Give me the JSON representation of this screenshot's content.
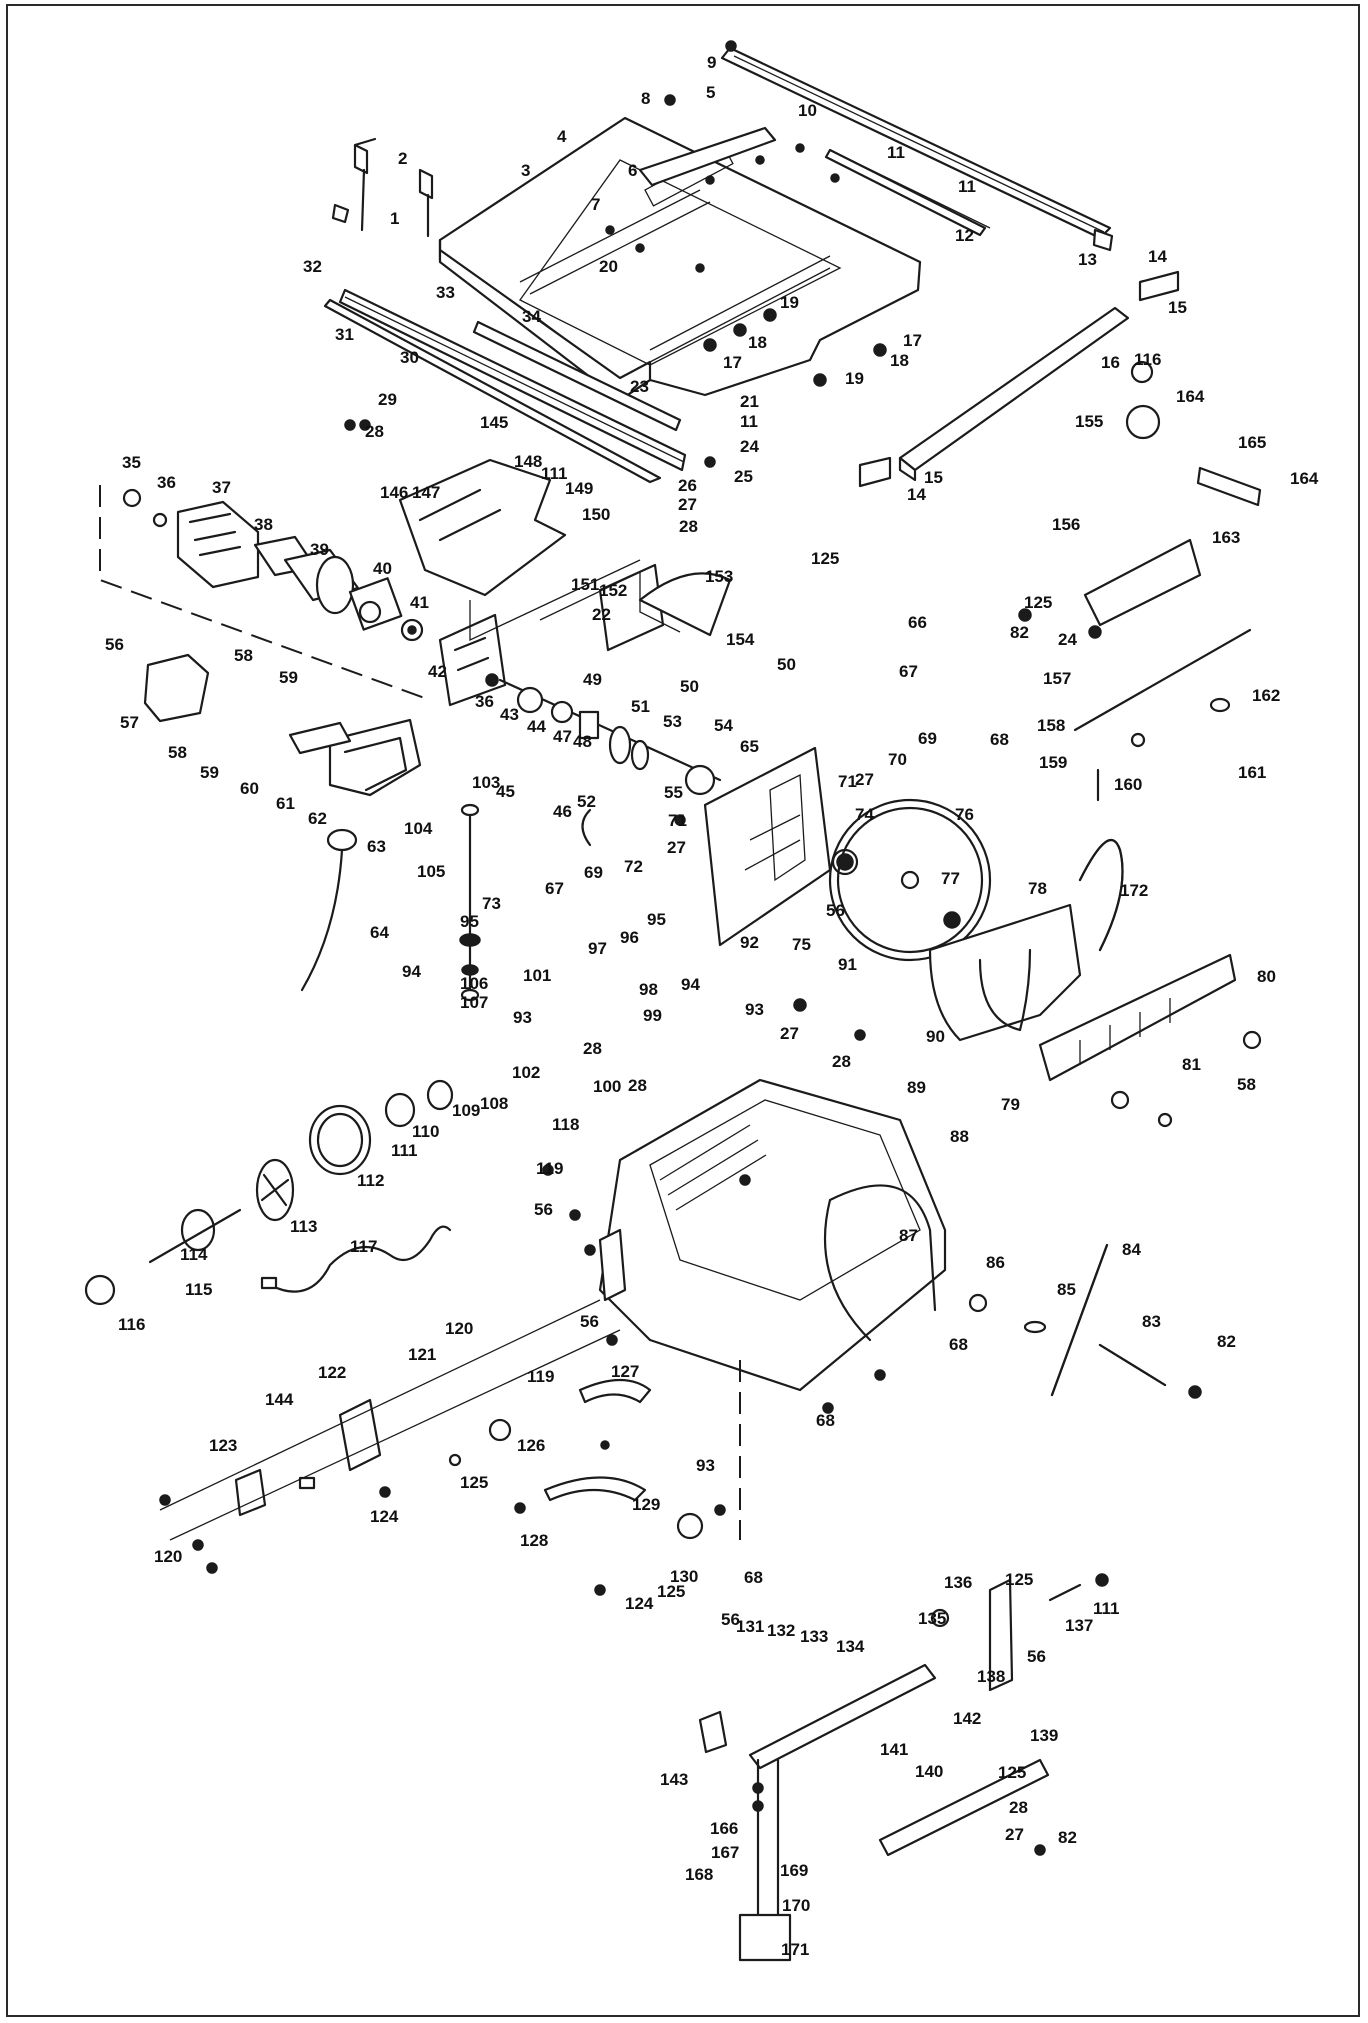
{
  "callouts": [
    {
      "id": "c-1",
      "text": "1"
    },
    {
      "id": "c-2",
      "text": "2"
    },
    {
      "id": "c-3",
      "text": "3"
    },
    {
      "id": "c-4",
      "text": "4"
    },
    {
      "id": "c-5",
      "text": "5"
    },
    {
      "id": "c-6",
      "text": "6"
    },
    {
      "id": "c-7",
      "text": "7"
    },
    {
      "id": "c-8",
      "text": "8"
    },
    {
      "id": "c-9",
      "text": "9"
    },
    {
      "id": "c-10",
      "text": "10"
    },
    {
      "id": "c-11a",
      "text": "11"
    },
    {
      "id": "c-11b",
      "text": "11"
    },
    {
      "id": "c-11c",
      "text": "11"
    },
    {
      "id": "c-12",
      "text": "12"
    },
    {
      "id": "c-13",
      "text": "13"
    },
    {
      "id": "c-14a",
      "text": "14"
    },
    {
      "id": "c-14b",
      "text": "14"
    },
    {
      "id": "c-15a",
      "text": "15"
    },
    {
      "id": "c-15b",
      "text": "15"
    },
    {
      "id": "c-16",
      "text": "16"
    },
    {
      "id": "c-17a",
      "text": "17"
    },
    {
      "id": "c-17b",
      "text": "17"
    },
    {
      "id": "c-18a",
      "text": "18"
    },
    {
      "id": "c-18b",
      "text": "18"
    },
    {
      "id": "c-19a",
      "text": "19"
    },
    {
      "id": "c-19b",
      "text": "19"
    },
    {
      "id": "c-20",
      "text": "20"
    },
    {
      "id": "c-21",
      "text": "21"
    },
    {
      "id": "c-22",
      "text": "22"
    },
    {
      "id": "c-23",
      "text": "23"
    },
    {
      "id": "c-24a",
      "text": "24"
    },
    {
      "id": "c-24b",
      "text": "24"
    },
    {
      "id": "c-25",
      "text": "25"
    },
    {
      "id": "c-26",
      "text": "26"
    },
    {
      "id": "c-27a",
      "text": "27"
    },
    {
      "id": "c-27b",
      "text": "27"
    },
    {
      "id": "c-27c",
      "text": "27"
    },
    {
      "id": "c-27d",
      "text": "27"
    },
    {
      "id": "c-27e",
      "text": "27"
    },
    {
      "id": "c-28a",
      "text": "28"
    },
    {
      "id": "c-28b",
      "text": "28"
    },
    {
      "id": "c-28c",
      "text": "28"
    },
    {
      "id": "c-28d",
      "text": "28"
    },
    {
      "id": "c-28e",
      "text": "28"
    },
    {
      "id": "c-28f",
      "text": "28"
    },
    {
      "id": "c-29",
      "text": "29"
    },
    {
      "id": "c-30",
      "text": "30"
    },
    {
      "id": "c-31",
      "text": "31"
    },
    {
      "id": "c-32",
      "text": "32"
    },
    {
      "id": "c-33",
      "text": "33"
    },
    {
      "id": "c-34",
      "text": "34"
    },
    {
      "id": "c-35",
      "text": "35"
    },
    {
      "id": "c-36a",
      "text": "36"
    },
    {
      "id": "c-36b",
      "text": "36"
    },
    {
      "id": "c-37",
      "text": "37"
    },
    {
      "id": "c-38",
      "text": "38"
    },
    {
      "id": "c-39",
      "text": "39"
    },
    {
      "id": "c-40",
      "text": "40"
    },
    {
      "id": "c-41",
      "text": "41"
    },
    {
      "id": "c-42",
      "text": "42"
    },
    {
      "id": "c-43",
      "text": "43"
    },
    {
      "id": "c-44",
      "text": "44"
    },
    {
      "id": "c-45",
      "text": "45"
    },
    {
      "id": "c-46",
      "text": "46"
    },
    {
      "id": "c-47",
      "text": "47"
    },
    {
      "id": "c-48",
      "text": "48"
    },
    {
      "id": "c-49",
      "text": "49"
    },
    {
      "id": "c-50a",
      "text": "50"
    },
    {
      "id": "c-50b",
      "text": "50"
    },
    {
      "id": "c-51",
      "text": "51"
    },
    {
      "id": "c-52",
      "text": "52"
    },
    {
      "id": "c-53",
      "text": "53"
    },
    {
      "id": "c-54",
      "text": "54"
    },
    {
      "id": "c-55",
      "text": "55"
    },
    {
      "id": "c-56a",
      "text": "56"
    },
    {
      "id": "c-56b",
      "text": "56"
    },
    {
      "id": "c-56c",
      "text": "56"
    },
    {
      "id": "c-56d",
      "text": "56"
    },
    {
      "id": "c-56e",
      "text": "56"
    },
    {
      "id": "c-56f",
      "text": "56"
    },
    {
      "id": "c-57",
      "text": "57"
    },
    {
      "id": "c-58a",
      "text": "58"
    },
    {
      "id": "c-58b",
      "text": "58"
    },
    {
      "id": "c-58c",
      "text": "58"
    },
    {
      "id": "c-59a",
      "text": "59"
    },
    {
      "id": "c-59b",
      "text": "59"
    },
    {
      "id": "c-60",
      "text": "60"
    },
    {
      "id": "c-61",
      "text": "61"
    },
    {
      "id": "c-62",
      "text": "62"
    },
    {
      "id": "c-63",
      "text": "63"
    },
    {
      "id": "c-64",
      "text": "64"
    },
    {
      "id": "c-65",
      "text": "65"
    },
    {
      "id": "c-66",
      "text": "66"
    },
    {
      "id": "c-67a",
      "text": "67"
    },
    {
      "id": "c-67b",
      "text": "67"
    },
    {
      "id": "c-68a",
      "text": "68"
    },
    {
      "id": "c-68b",
      "text": "68"
    },
    {
      "id": "c-68c",
      "text": "68"
    },
    {
      "id": "c-68d",
      "text": "68"
    },
    {
      "id": "c-69a",
      "text": "69"
    },
    {
      "id": "c-69b",
      "text": "69"
    },
    {
      "id": "c-70",
      "text": "70"
    },
    {
      "id": "c-71a",
      "text": "71"
    },
    {
      "id": "c-71b",
      "text": "71"
    },
    {
      "id": "c-72",
      "text": "72"
    },
    {
      "id": "c-73",
      "text": "73"
    },
    {
      "id": "c-74",
      "text": "74"
    },
    {
      "id": "c-75",
      "text": "75"
    },
    {
      "id": "c-76",
      "text": "76"
    },
    {
      "id": "c-77",
      "text": "77"
    },
    {
      "id": "c-78",
      "text": "78"
    },
    {
      "id": "c-79",
      "text": "79"
    },
    {
      "id": "c-80",
      "text": "80"
    },
    {
      "id": "c-81",
      "text": "81"
    },
    {
      "id": "c-82a",
      "text": "82"
    },
    {
      "id": "c-82b",
      "text": "82"
    },
    {
      "id": "c-82c",
      "text": "82"
    },
    {
      "id": "c-83",
      "text": "83"
    },
    {
      "id": "c-84",
      "text": "84"
    },
    {
      "id": "c-85",
      "text": "85"
    },
    {
      "id": "c-86",
      "text": "86"
    },
    {
      "id": "c-87",
      "text": "87"
    },
    {
      "id": "c-88",
      "text": "88"
    },
    {
      "id": "c-89",
      "text": "89"
    },
    {
      "id": "c-90",
      "text": "90"
    },
    {
      "id": "c-91",
      "text": "91"
    },
    {
      "id": "c-92",
      "text": "92"
    },
    {
      "id": "c-93a",
      "text": "93"
    },
    {
      "id": "c-93b",
      "text": "93"
    },
    {
      "id": "c-93c",
      "text": "93"
    },
    {
      "id": "c-94a",
      "text": "94"
    },
    {
      "id": "c-94b",
      "text": "94"
    },
    {
      "id": "c-95a",
      "text": "95"
    },
    {
      "id": "c-95b",
      "text": "95"
    },
    {
      "id": "c-96",
      "text": "96"
    },
    {
      "id": "c-97",
      "text": "97"
    },
    {
      "id": "c-98",
      "text": "98"
    },
    {
      "id": "c-99",
      "text": "99"
    },
    {
      "id": "c-100",
      "text": "100"
    },
    {
      "id": "c-101",
      "text": "101"
    },
    {
      "id": "c-102",
      "text": "102"
    },
    {
      "id": "c-103",
      "text": "103"
    },
    {
      "id": "c-104",
      "text": "104"
    },
    {
      "id": "c-105",
      "text": "105"
    },
    {
      "id": "c-106",
      "text": "106"
    },
    {
      "id": "c-107",
      "text": "107"
    },
    {
      "id": "c-108",
      "text": "108"
    },
    {
      "id": "c-109",
      "text": "109"
    },
    {
      "id": "c-110",
      "text": "110"
    },
    {
      "id": "c-111a",
      "text": "111"
    },
    {
      "id": "c-111b",
      "text": "111"
    },
    {
      "id": "c-111c",
      "text": "111"
    },
    {
      "id": "c-112",
      "text": "112"
    },
    {
      "id": "c-113",
      "text": "113"
    },
    {
      "id": "c-114",
      "text": "114"
    },
    {
      "id": "c-115",
      "text": "115"
    },
    {
      "id": "c-116a",
      "text": "116"
    },
    {
      "id": "c-116b",
      "text": "116"
    },
    {
      "id": "c-117",
      "text": "117"
    },
    {
      "id": "c-118",
      "text": "118"
    },
    {
      "id": "c-119a",
      "text": "119"
    },
    {
      "id": "c-119b",
      "text": "119"
    },
    {
      "id": "c-120a",
      "text": "120"
    },
    {
      "id": "c-120b",
      "text": "120"
    },
    {
      "id": "c-121",
      "text": "121"
    },
    {
      "id": "c-122",
      "text": "122"
    },
    {
      "id": "c-123",
      "text": "123"
    },
    {
      "id": "c-124a",
      "text": "124"
    },
    {
      "id": "c-124b",
      "text": "124"
    },
    {
      "id": "c-125a",
      "text": "125"
    },
    {
      "id": "c-125b",
      "text": "125"
    },
    {
      "id": "c-125c",
      "text": "125"
    },
    {
      "id": "c-125d",
      "text": "125"
    },
    {
      "id": "c-125e",
      "text": "125"
    },
    {
      "id": "c-125f",
      "text": "125"
    },
    {
      "id": "c-126",
      "text": "126"
    },
    {
      "id": "c-127",
      "text": "127"
    },
    {
      "id": "c-128",
      "text": "128"
    },
    {
      "id": "c-129",
      "text": "129"
    },
    {
      "id": "c-130",
      "text": "130"
    },
    {
      "id": "c-131",
      "text": "131"
    },
    {
      "id": "c-132",
      "text": "132"
    },
    {
      "id": "c-133",
      "text": "133"
    },
    {
      "id": "c-134",
      "text": "134"
    },
    {
      "id": "c-135",
      "text": "135"
    },
    {
      "id": "c-136",
      "text": "136"
    },
    {
      "id": "c-137",
      "text": "137"
    },
    {
      "id": "c-138",
      "text": "138"
    },
    {
      "id": "c-139",
      "text": "139"
    },
    {
      "id": "c-140",
      "text": "140"
    },
    {
      "id": "c-141",
      "text": "141"
    },
    {
      "id": "c-142",
      "text": "142"
    },
    {
      "id": "c-143",
      "text": "143"
    },
    {
      "id": "c-144",
      "text": "144"
    },
    {
      "id": "c-145",
      "text": "145"
    },
    {
      "id": "c-146",
      "text": "146"
    },
    {
      "id": "c-147",
      "text": "147"
    },
    {
      "id": "c-148",
      "text": "148"
    },
    {
      "id": "c-149",
      "text": "149"
    },
    {
      "id": "c-150",
      "text": "150"
    },
    {
      "id": "c-151",
      "text": "151"
    },
    {
      "id": "c-152",
      "text": "152"
    },
    {
      "id": "c-153",
      "text": "153"
    },
    {
      "id": "c-154",
      "text": "154"
    },
    {
      "id": "c-155",
      "text": "155"
    },
    {
      "id": "c-156",
      "text": "156"
    },
    {
      "id": "c-157",
      "text": "157"
    },
    {
      "id": "c-158",
      "text": "158"
    },
    {
      "id": "c-159",
      "text": "159"
    },
    {
      "id": "c-160",
      "text": "160"
    },
    {
      "id": "c-161",
      "text": "161"
    },
    {
      "id": "c-162",
      "text": "162"
    },
    {
      "id": "c-163",
      "text": "163"
    },
    {
      "id": "c-164a",
      "text": "164"
    },
    {
      "id": "c-164b",
      "text": "164"
    },
    {
      "id": "c-165",
      "text": "165"
    },
    {
      "id": "c-166",
      "text": "166"
    },
    {
      "id": "c-167",
      "text": "167"
    },
    {
      "id": "c-168",
      "text": "168"
    },
    {
      "id": "c-169",
      "text": "169"
    },
    {
      "id": "c-170",
      "text": "170"
    },
    {
      "id": "c-171",
      "text": "171"
    },
    {
      "id": "c-172",
      "text": "172"
    }
  ]
}
